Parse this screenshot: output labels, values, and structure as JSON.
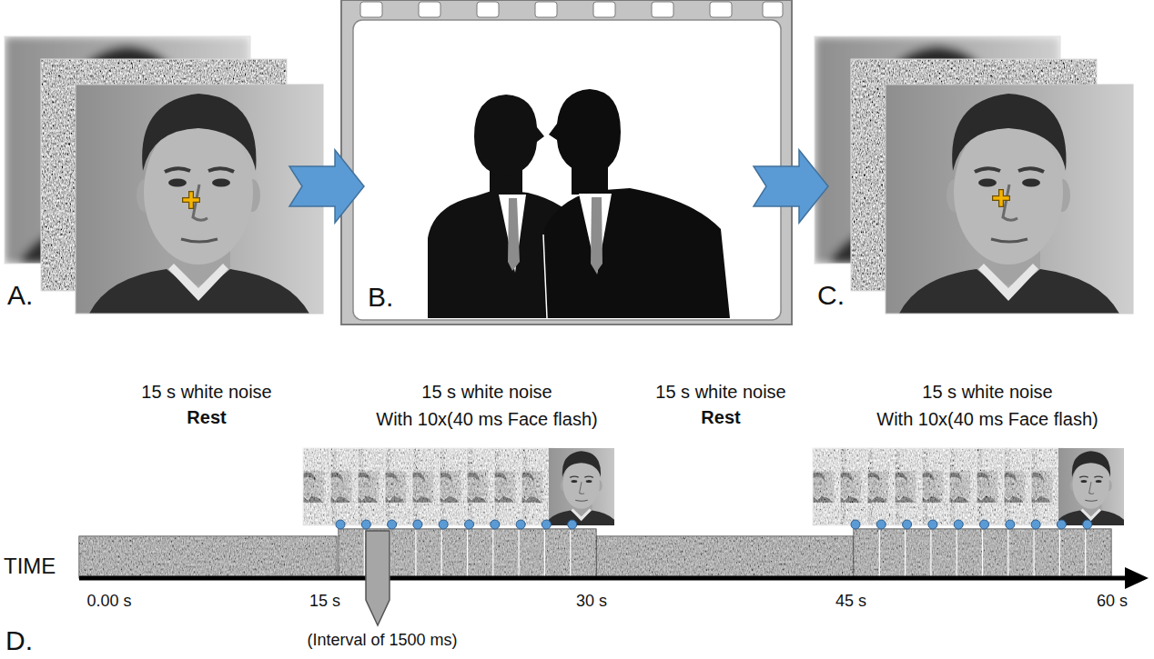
{
  "diagram": {
    "labels": [
      "A.",
      "B.",
      "C.",
      "15 s white noise",
      "Rest",
      "15 s white noise",
      "With 10x(40 ms Face flash)",
      "15 s white noise",
      "Rest",
      "15 s white noise",
      "With 10x(40 ms Face flash)",
      "TIME",
      "0.00 s",
      "15 s",
      "30 s",
      "45 s",
      "60 s",
      "(Interval of 1500 ms)",
      "D."
    ]
  }
}
